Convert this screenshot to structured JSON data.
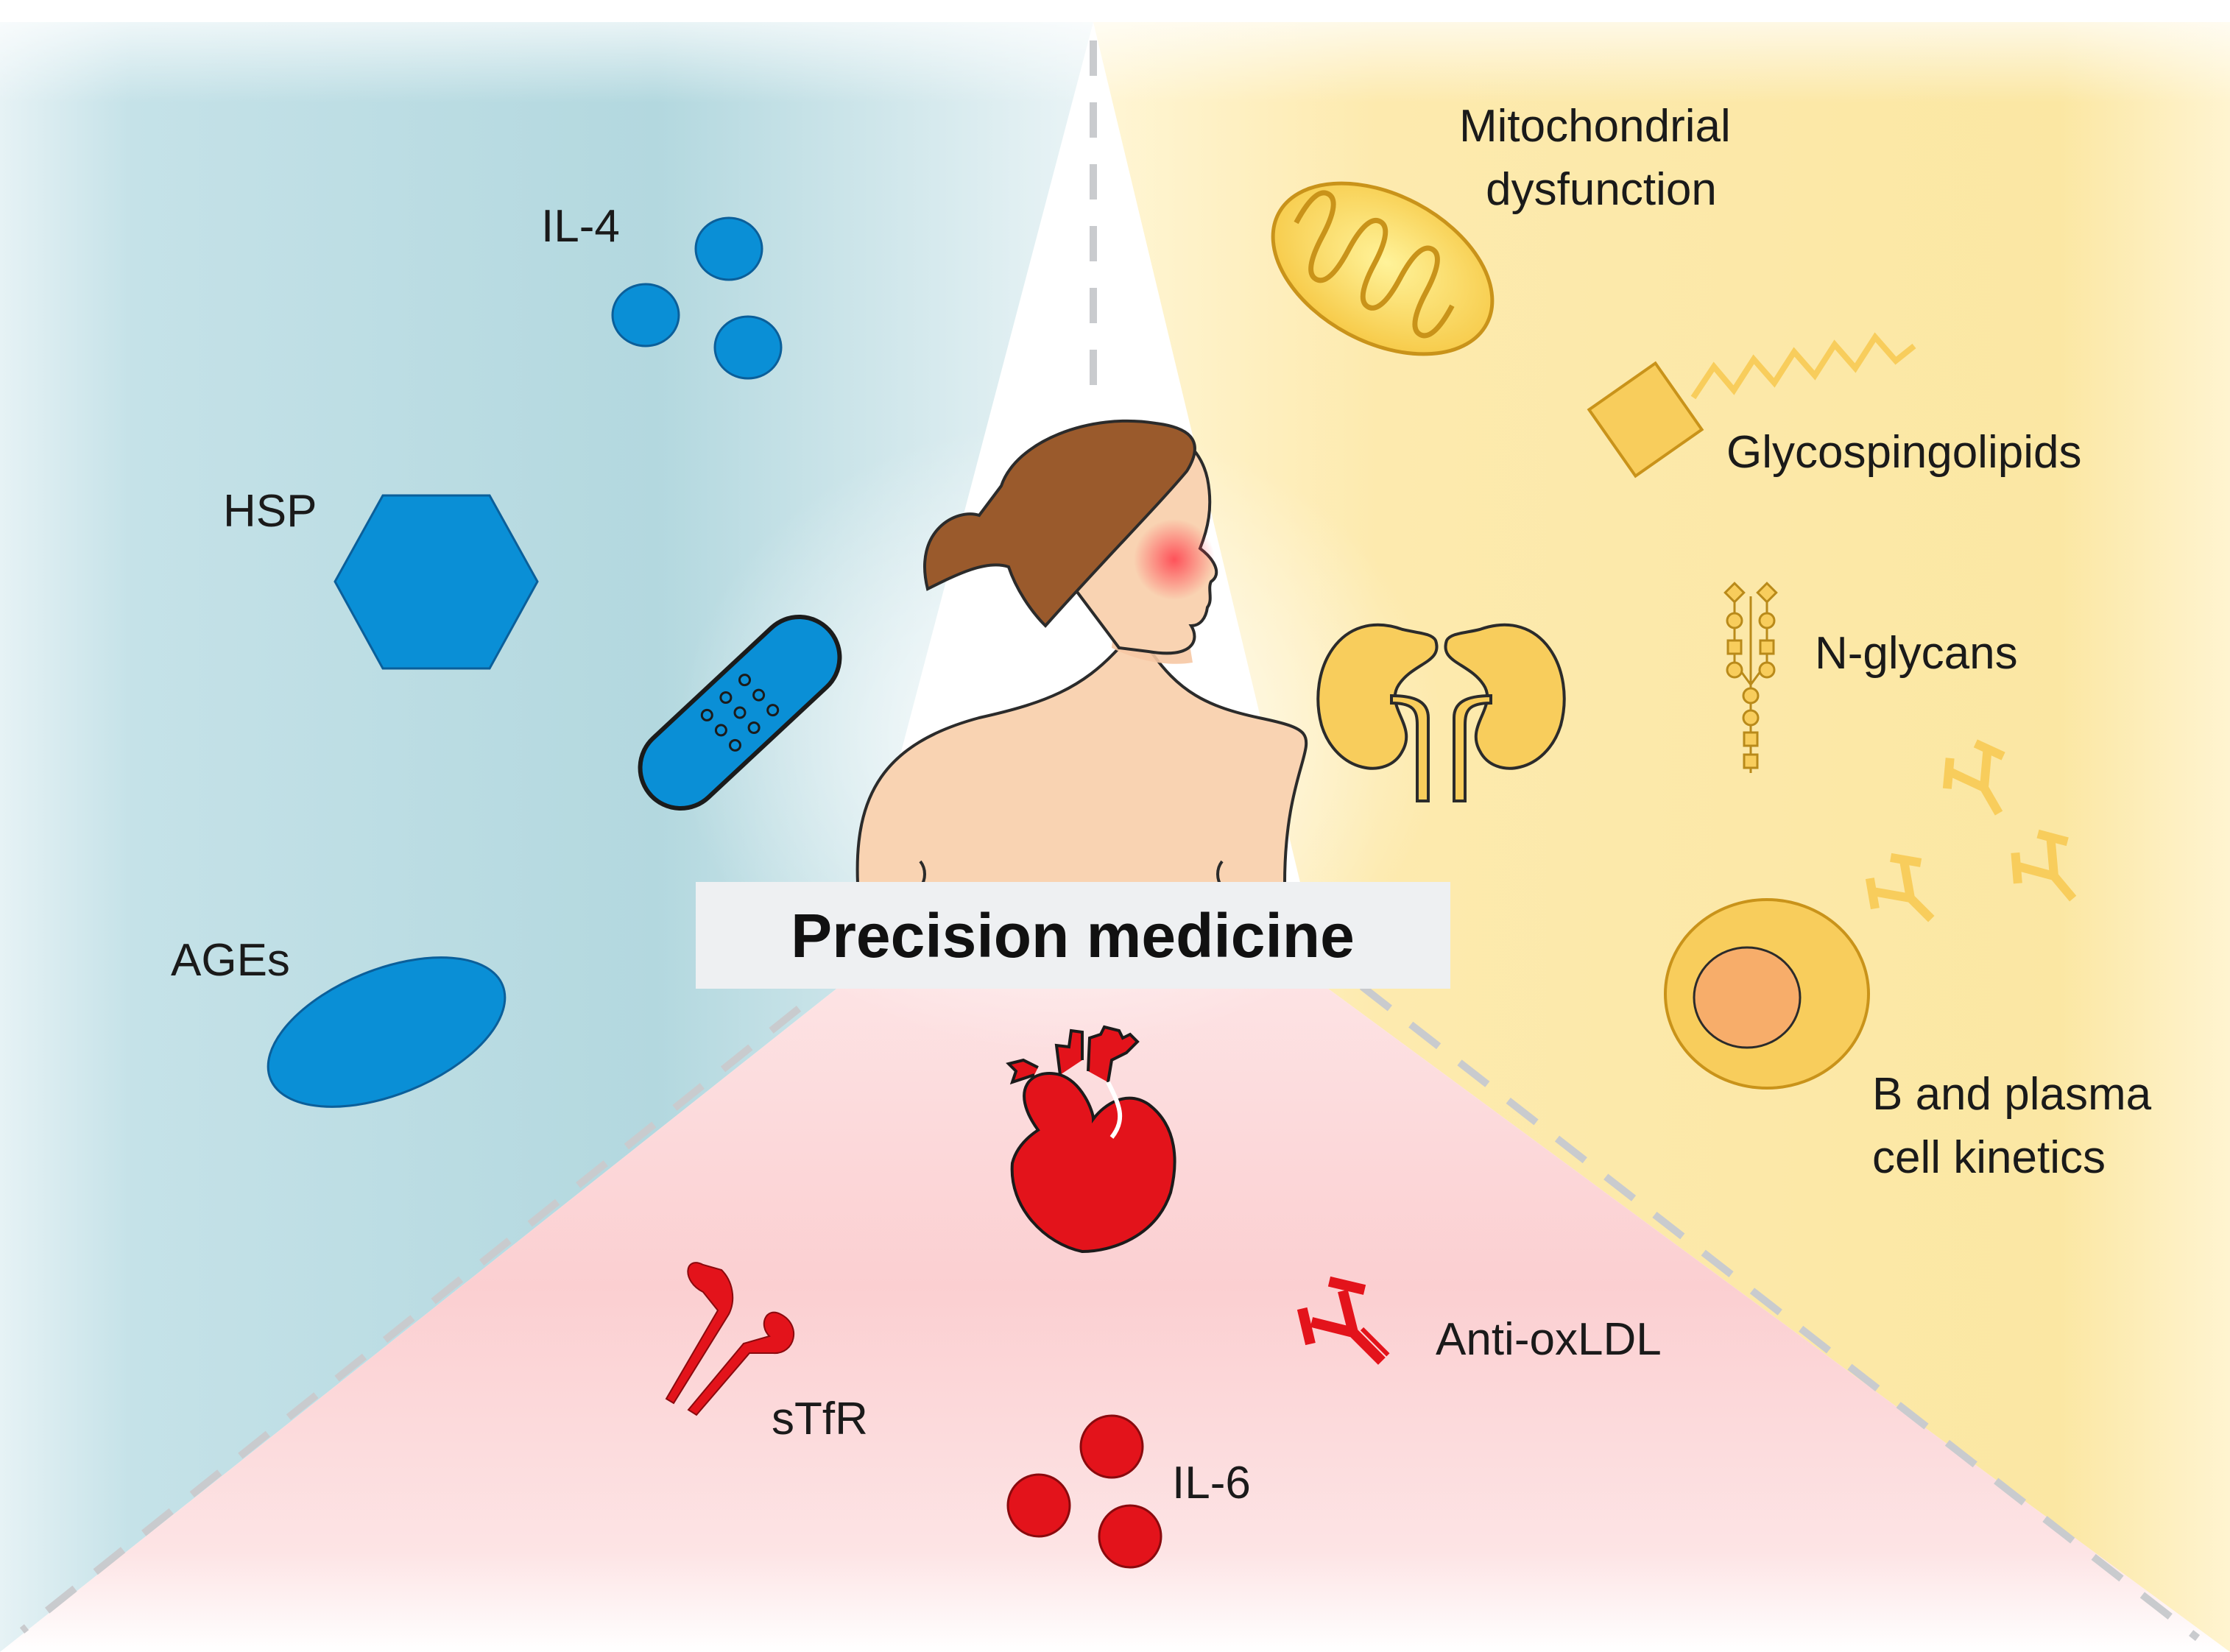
{
  "title": "Precision medicine",
  "regions": {
    "left": {
      "color": "#b7d9e0",
      "items": [
        {
          "label": "IL-4",
          "icon": "cytokine-dots-icon"
        },
        {
          "label": "HSP",
          "icon": "hexagon-icon"
        },
        {
          "label": "AGEs",
          "icon": "ellipse-icon"
        },
        {
          "label": "",
          "icon": "bandage-icon"
        }
      ]
    },
    "right": {
      "color": "#fde9a6",
      "items": [
        {
          "label_lines": [
            "Mitochondrial",
            "dysfunction"
          ],
          "icon": "mitochondrion-icon"
        },
        {
          "label": "Glycospingolipids",
          "icon": "glycosphingolipid-icon"
        },
        {
          "label": "N-glycans",
          "icon": "n-glycan-icon"
        },
        {
          "label": "",
          "icon": "kidney-icon"
        },
        {
          "label_lines": [
            "B and plasma",
            "cell kinetics"
          ],
          "icon": "b-cell-icon"
        }
      ]
    },
    "bottom": {
      "color": "#fbd3d5",
      "items": [
        {
          "label": "sTfR",
          "icon": "transferrin-receptor-icon"
        },
        {
          "label": "IL-6",
          "icon": "cytokine-dots-icon"
        },
        {
          "label": "Anti-oxLDL",
          "icon": "antibody-icon"
        },
        {
          "label": "",
          "icon": "heart-icon"
        }
      ]
    }
  },
  "colors": {
    "blue_icon": "#0a8fd6",
    "yellow_icon": "#f8cd5c",
    "red_icon": "#e3131b",
    "hair": "#9a5a2c",
    "skin": "#f9d3b2",
    "title_box": "#eef0f2",
    "divider": "#c9cbce"
  }
}
